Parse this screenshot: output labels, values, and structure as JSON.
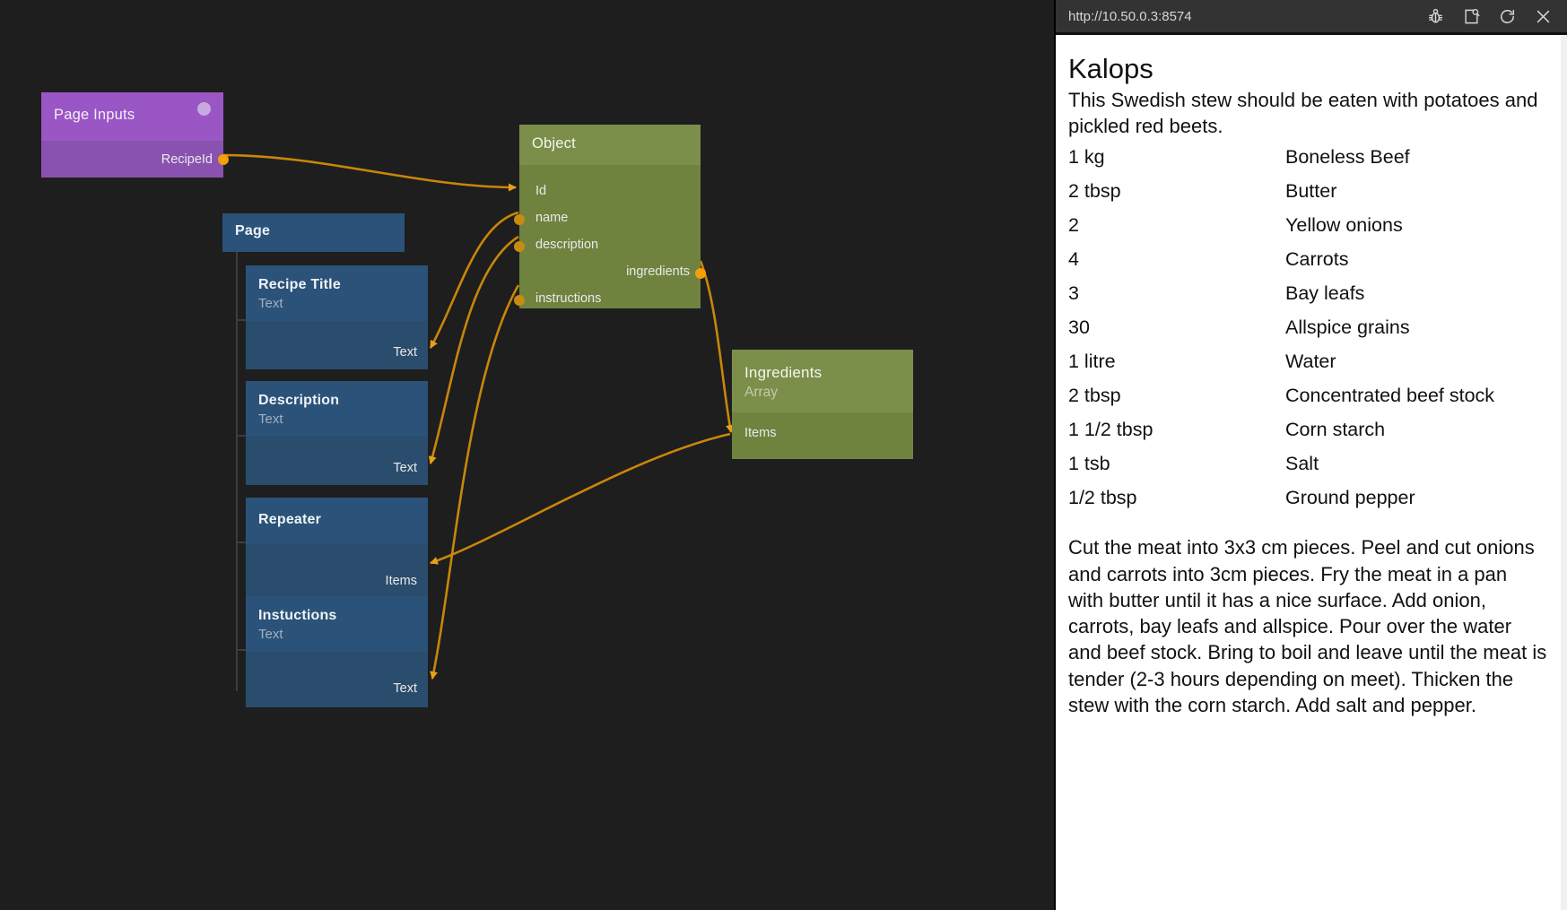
{
  "canvas": {
    "background": "#1e1e1e",
    "wire_color": "#c9860a",
    "port_color": "#f2a007"
  },
  "nodes": {
    "page_inputs": {
      "title": "Page Inputs",
      "badge": "status-dot",
      "color": "#9a56c4",
      "outputs": [
        {
          "label": "RecipeId"
        }
      ]
    },
    "page": {
      "title": "Page",
      "color": "#2b5278"
    },
    "recipe_title": {
      "title": "Recipe Title",
      "subtitle": "Text",
      "inputs": [
        {
          "label": "Text"
        }
      ]
    },
    "description": {
      "title": "Description",
      "subtitle": "Text",
      "inputs": [
        {
          "label": "Text"
        }
      ]
    },
    "repeater": {
      "title": "Repeater",
      "subtitle": "",
      "inputs": [
        {
          "label": "Items"
        }
      ]
    },
    "instructions": {
      "title": "Instuctions",
      "subtitle": "Text",
      "inputs": [
        {
          "label": "Text"
        }
      ]
    },
    "object": {
      "title": "Object",
      "color": "#7b8f4b",
      "inputs": [
        {
          "label": "Id"
        },
        {
          "label": "name"
        },
        {
          "label": "description"
        },
        {
          "label": "instructions"
        }
      ],
      "outputs": [
        {
          "label": "ingredients"
        }
      ]
    },
    "ingredients": {
      "title": "Ingredients",
      "subtitle": "Array",
      "color": "#7b8f4b",
      "inputs": [
        {
          "label": "Items"
        }
      ]
    }
  },
  "browser": {
    "url": "http://10.50.0.3:8574",
    "icons": {
      "bug": "bug-icon",
      "inspect": "inspect-page-icon",
      "reload": "reload-icon",
      "close": "close-icon"
    },
    "page": {
      "title": "Kalops",
      "description": "This Swedish stew should be eaten with potatoes and pickled red beets.",
      "ingredients": [
        {
          "qty": "1 kg",
          "name": "Boneless Beef"
        },
        {
          "qty": "2 tbsp",
          "name": "Butter"
        },
        {
          "qty": "2",
          "name": "Yellow onions"
        },
        {
          "qty": "4",
          "name": "Carrots"
        },
        {
          "qty": "3",
          "name": "Bay leafs"
        },
        {
          "qty": "30",
          "name": "Allspice grains"
        },
        {
          "qty": "1 litre",
          "name": "Water"
        },
        {
          "qty": "2 tbsp",
          "name": "Concentrated beef stock"
        },
        {
          "qty": "1 1/2 tbsp",
          "name": "Corn starch"
        },
        {
          "qty": "1 tsb",
          "name": "Salt"
        },
        {
          "qty": "1/2 tbsp",
          "name": "Ground pepper"
        }
      ],
      "instructions": "Cut the meat into 3x3 cm pieces. Peel and cut onions and carrots into 3cm pieces. Fry the meat in a pan with butter until it has a nice surface. Add onion, carrots, bay leafs and allspice. Pour over the water and beef stock. Bring to boil and leave until the meat is tender (2-3 hours depending on meet). Thicken the stew with the corn starch. Add salt and pepper."
    }
  }
}
